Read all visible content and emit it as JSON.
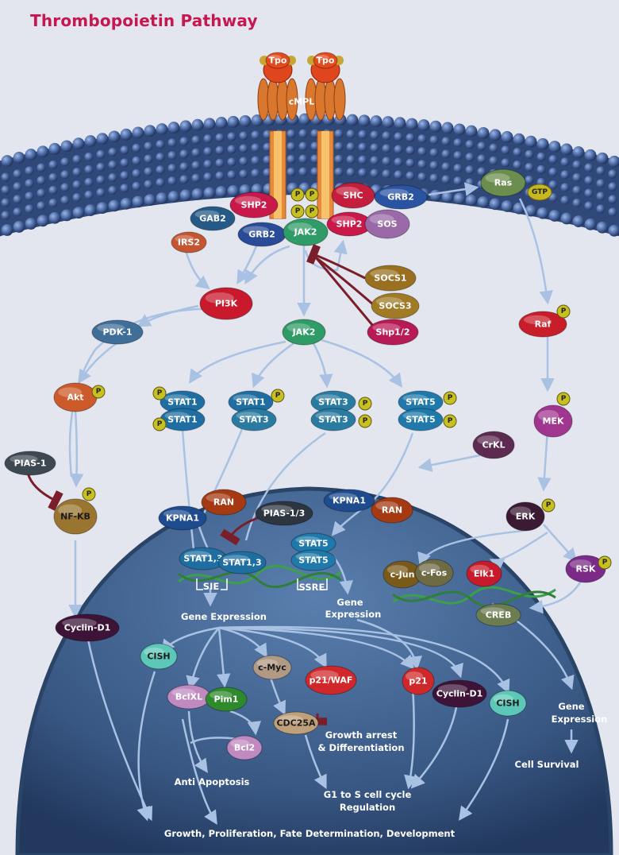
{
  "title": "Thrombopoietin Pathway",
  "ligands": [
    "Tpo",
    "Tpo"
  ],
  "receptor": "cMPL",
  "membrane_proteins": {
    "shp2_left": "SHP2",
    "gab2": "GAB2",
    "irs2": "IRS2",
    "grb2_left": "GRB2",
    "jak2_top": "JAK2",
    "shc": "SHC",
    "grb2_right": "GRB2",
    "shp2_right": "SHP2",
    "sos": "SOS",
    "ras": "Ras",
    "gtp": "GTP"
  },
  "phospho": "P",
  "cytoplasm": {
    "pi3k": "PI3K",
    "pdk1": "PDK-1",
    "akt": "Akt",
    "pias1": "PIAS-1",
    "nfkb": "NF-KB",
    "socs1": "SOCS1",
    "socs3": "SOCS3",
    "shp12": "Shp1/2",
    "jak2_mid": "JAK2",
    "stat1": "STAT1",
    "stat3": "STAT3",
    "stat5": "STAT5",
    "crkl": "CrKL",
    "raf": "Raf",
    "mek": "MEK",
    "erk": "ERK",
    "rsk": "RSK",
    "kpna1": "KPNA1",
    "ran": "RAN",
    "pias13": "PIAS-1/3",
    "cyclin_d1": "Cyclin-D1"
  },
  "nucleus": {
    "stat13": "STAT1,3",
    "sie": "SIE",
    "ssre": "SSRE",
    "cjun": "c-Jun",
    "cfos": "c-Fos",
    "elk1": "Elk1",
    "creb": "CREB",
    "gene_expr": "Gene Expression",
    "gene_expr_2a": "Gene",
    "gene_expr_2b": "Expression",
    "cish": "CISH",
    "bclxl": "BclXL",
    "pim1": "Pim1",
    "cmyc": "c-Myc",
    "p21waf": "p21/WAF",
    "p21": "p21",
    "cyclin_d1": "Cyclin-D1",
    "cdc25a": "CDC25A",
    "bcl2": "Bcl2",
    "growth_arrest_1": "Growth arrest",
    "growth_arrest_2": "& Differentiation",
    "anti_apoptosis": "Anti Apoptosis",
    "g1s_1": "G1 to S cell cycle",
    "g1s_2": "Regulation",
    "cell_survival": "Cell Survival",
    "growth": "Growth, Proliferation, Fate Determination, Development"
  },
  "colors": {
    "title": "#c8164f",
    "membrane": "#3e5a8e",
    "nucleus": "#3d5d88",
    "arrow": "#9fb8d8",
    "inhibit": "#7a1f2a"
  }
}
